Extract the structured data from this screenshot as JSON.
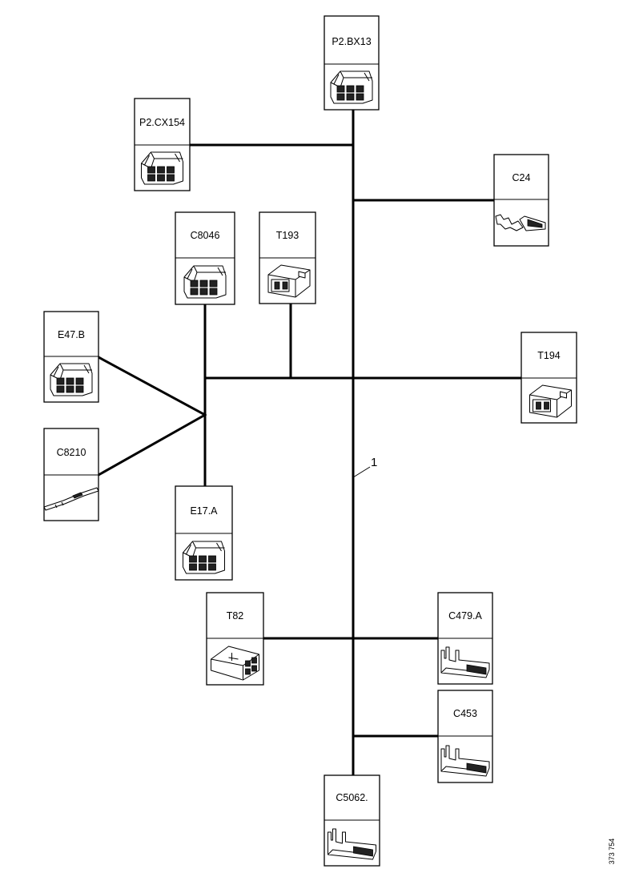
{
  "connectors": {
    "p2bx13": {
      "label": "P2.BX13",
      "icon": "multi-pin-housing-icon"
    },
    "p2cx154": {
      "label": "P2.CX154",
      "icon": "multi-pin-housing-icon"
    },
    "c24": {
      "label": "C24",
      "icon": "terminal-pin-icon"
    },
    "c8046": {
      "label": "C8046",
      "icon": "multi-pin-housing-icon"
    },
    "t193": {
      "label": "T193",
      "icon": "two-way-plug-icon"
    },
    "e47b": {
      "label": "E47.B",
      "icon": "multi-pin-housing-icon"
    },
    "t194": {
      "label": "T194",
      "icon": "two-way-plug-icon"
    },
    "c8210": {
      "label": "C8210",
      "icon": "blade-terminal-icon"
    },
    "e17a": {
      "label": "E17.A",
      "icon": "multi-pin-housing-icon"
    },
    "t82": {
      "label": "T82",
      "icon": "four-way-plug-icon"
    },
    "c479a": {
      "label": "C479.A",
      "icon": "crimp-terminal-icon"
    },
    "c453": {
      "label": "C453",
      "icon": "crimp-terminal-icon"
    },
    "c5062": {
      "label": "C5062.",
      "icon": "crimp-terminal-icon"
    }
  },
  "wire_labels": {
    "main": "1"
  },
  "drawing_ref": "373 754"
}
